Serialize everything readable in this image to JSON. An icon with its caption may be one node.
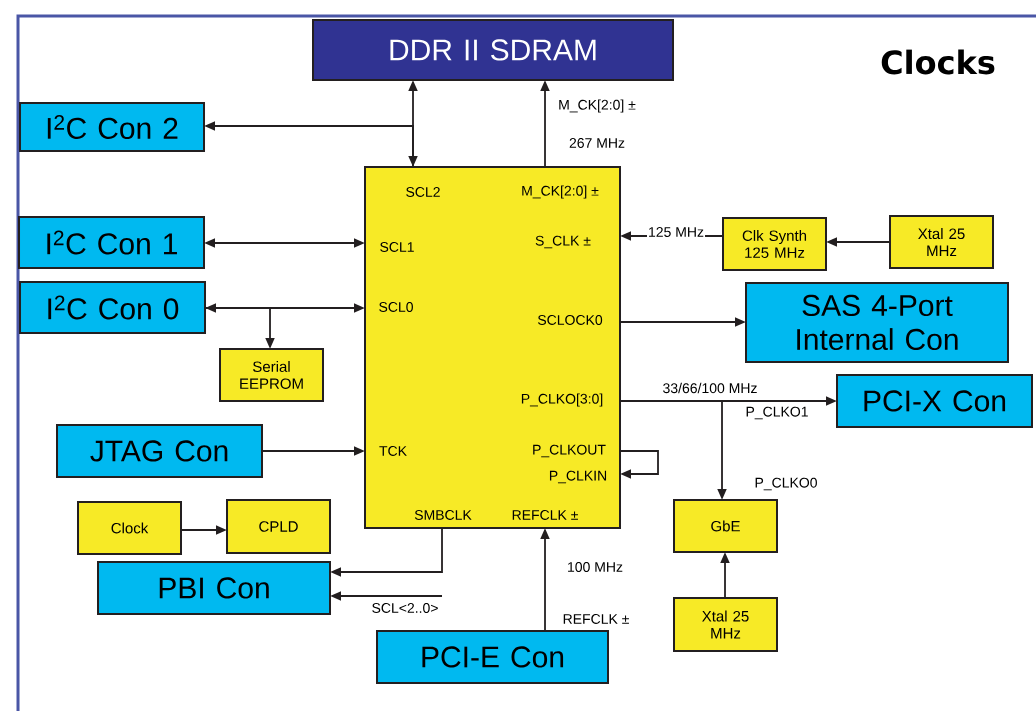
{
  "diagram": {
    "title": "Clocks",
    "nodes": [
      {
        "text": [
          "DDR II SDRAM"
        ]
      },
      {
        "text": [
          "I$^{2}$C Con 2"
        ]
      },
      {
        "text": [
          "I$^{2}$C Con 1"
        ]
      },
      {
        "text": [
          "I$^{2}$C Con 0"
        ]
      },
      {
        "text": [
          "Serial EEPROM"
        ]
      },
      {
        "text": [
          "SCL2",
          "M_CK[2:0] ±",
          "SCL1",
          "S_CLK ±",
          "SCL0",
          "SCLOCK0",
          "P_CLKO[3:0]",
          "TCK",
          "P_CLKOUT",
          "P_CLKIN",
          "SMBCLK",
          "REFCLK ±"
        ]
      },
      {
        "text": [
          "Clk Synth 125 MHz"
        ]
      },
      {
        "text": [
          "Xtal 25 MHz"
        ]
      },
      {
        "text": [
          "SAS 4-Port Internal Con"
        ]
      },
      {
        "text": [
          "PCI-X Con"
        ]
      },
      {
        "text": [
          "JTAG Con"
        ]
      },
      {
        "text": [
          "GbE"
        ]
      },
      {
        "text": [
          "Clock"
        ]
      },
      {
        "text": [
          "CPLD"
        ]
      },
      {
        "text": [
          "PBI Con"
        ]
      },
      {
        "text": [
          "Xtal 25 MHz"
        ]
      },
      {
        "text": [
          "PCI-E Con"
        ]
      }
    ],
    "edges": [
      {
        "from": 5,
        "to": 0,
        "arrow": "to",
        "label": "267 MHz"
      },
      {
        "from": 0,
        "to": 5,
        "arrow": "both"
      },
      {
        "from": 5,
        "to": 1,
        "arrow": "to"
      },
      {
        "from": 2,
        "to": 5,
        "arrow": "both"
      },
      {
        "from": 3,
        "to": 5,
        "arrow": "both"
      },
      {
        "from": 3,
        "to": 4,
        "arrow": "to"
      },
      {
        "from": 6,
        "to": 5,
        "arrow": "to",
        "label": "125 MHz"
      },
      {
        "from": 7,
        "to": 6,
        "arrow": "to"
      },
      {
        "from": 5,
        "to": 8,
        "arrow": "to"
      },
      {
        "from": 5,
        "to": 9,
        "arrow": "to",
        "label": "33/66/100 MHz"
      },
      {
        "from": 5,
        "to": 11,
        "arrow": "to",
        "label": "P_CLKO0"
      },
      {
        "from": 15,
        "to": 11,
        "arrow": "to"
      },
      {
        "from": 10,
        "to": 5,
        "arrow": "to"
      },
      {
        "from": 5,
        "to": 5,
        "arrow": "to"
      },
      {
        "from": 12,
        "to": 13,
        "arrow": "to"
      },
      {
        "from": 5,
        "to": 14,
        "arrow": "to"
      },
      {
        "from": null,
        "to": 14,
        "arrow": "to",
        "label": "SCL<2..0>"
      },
      {
        "from": 16,
        "to": 5,
        "arrow": "to",
        "label": "100 MHz"
      }
    ],
    "labels": [
      "M_CK[2:0] ±",
      "P_CLKO1",
      "REFCLK ±"
    ]
  }
}
